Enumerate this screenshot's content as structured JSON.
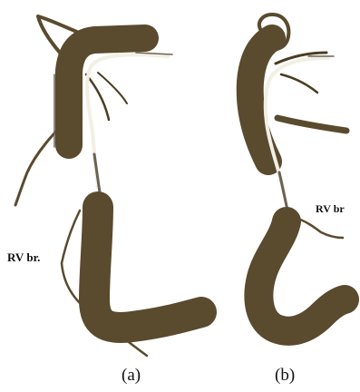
{
  "figure": {
    "panels": [
      {
        "id": "a",
        "caption": "(a)",
        "branch_label": "RV br."
      },
      {
        "id": "b",
        "caption": "(b)",
        "branch_label": "RV br"
      }
    ],
    "colors": {
      "vessel": "#5a4a2e",
      "vessel_dark": "#4a3c22",
      "wire": "#f2efe4",
      "outline": "#6b6256",
      "text": "#111111",
      "background": "#ffffff"
    }
  }
}
